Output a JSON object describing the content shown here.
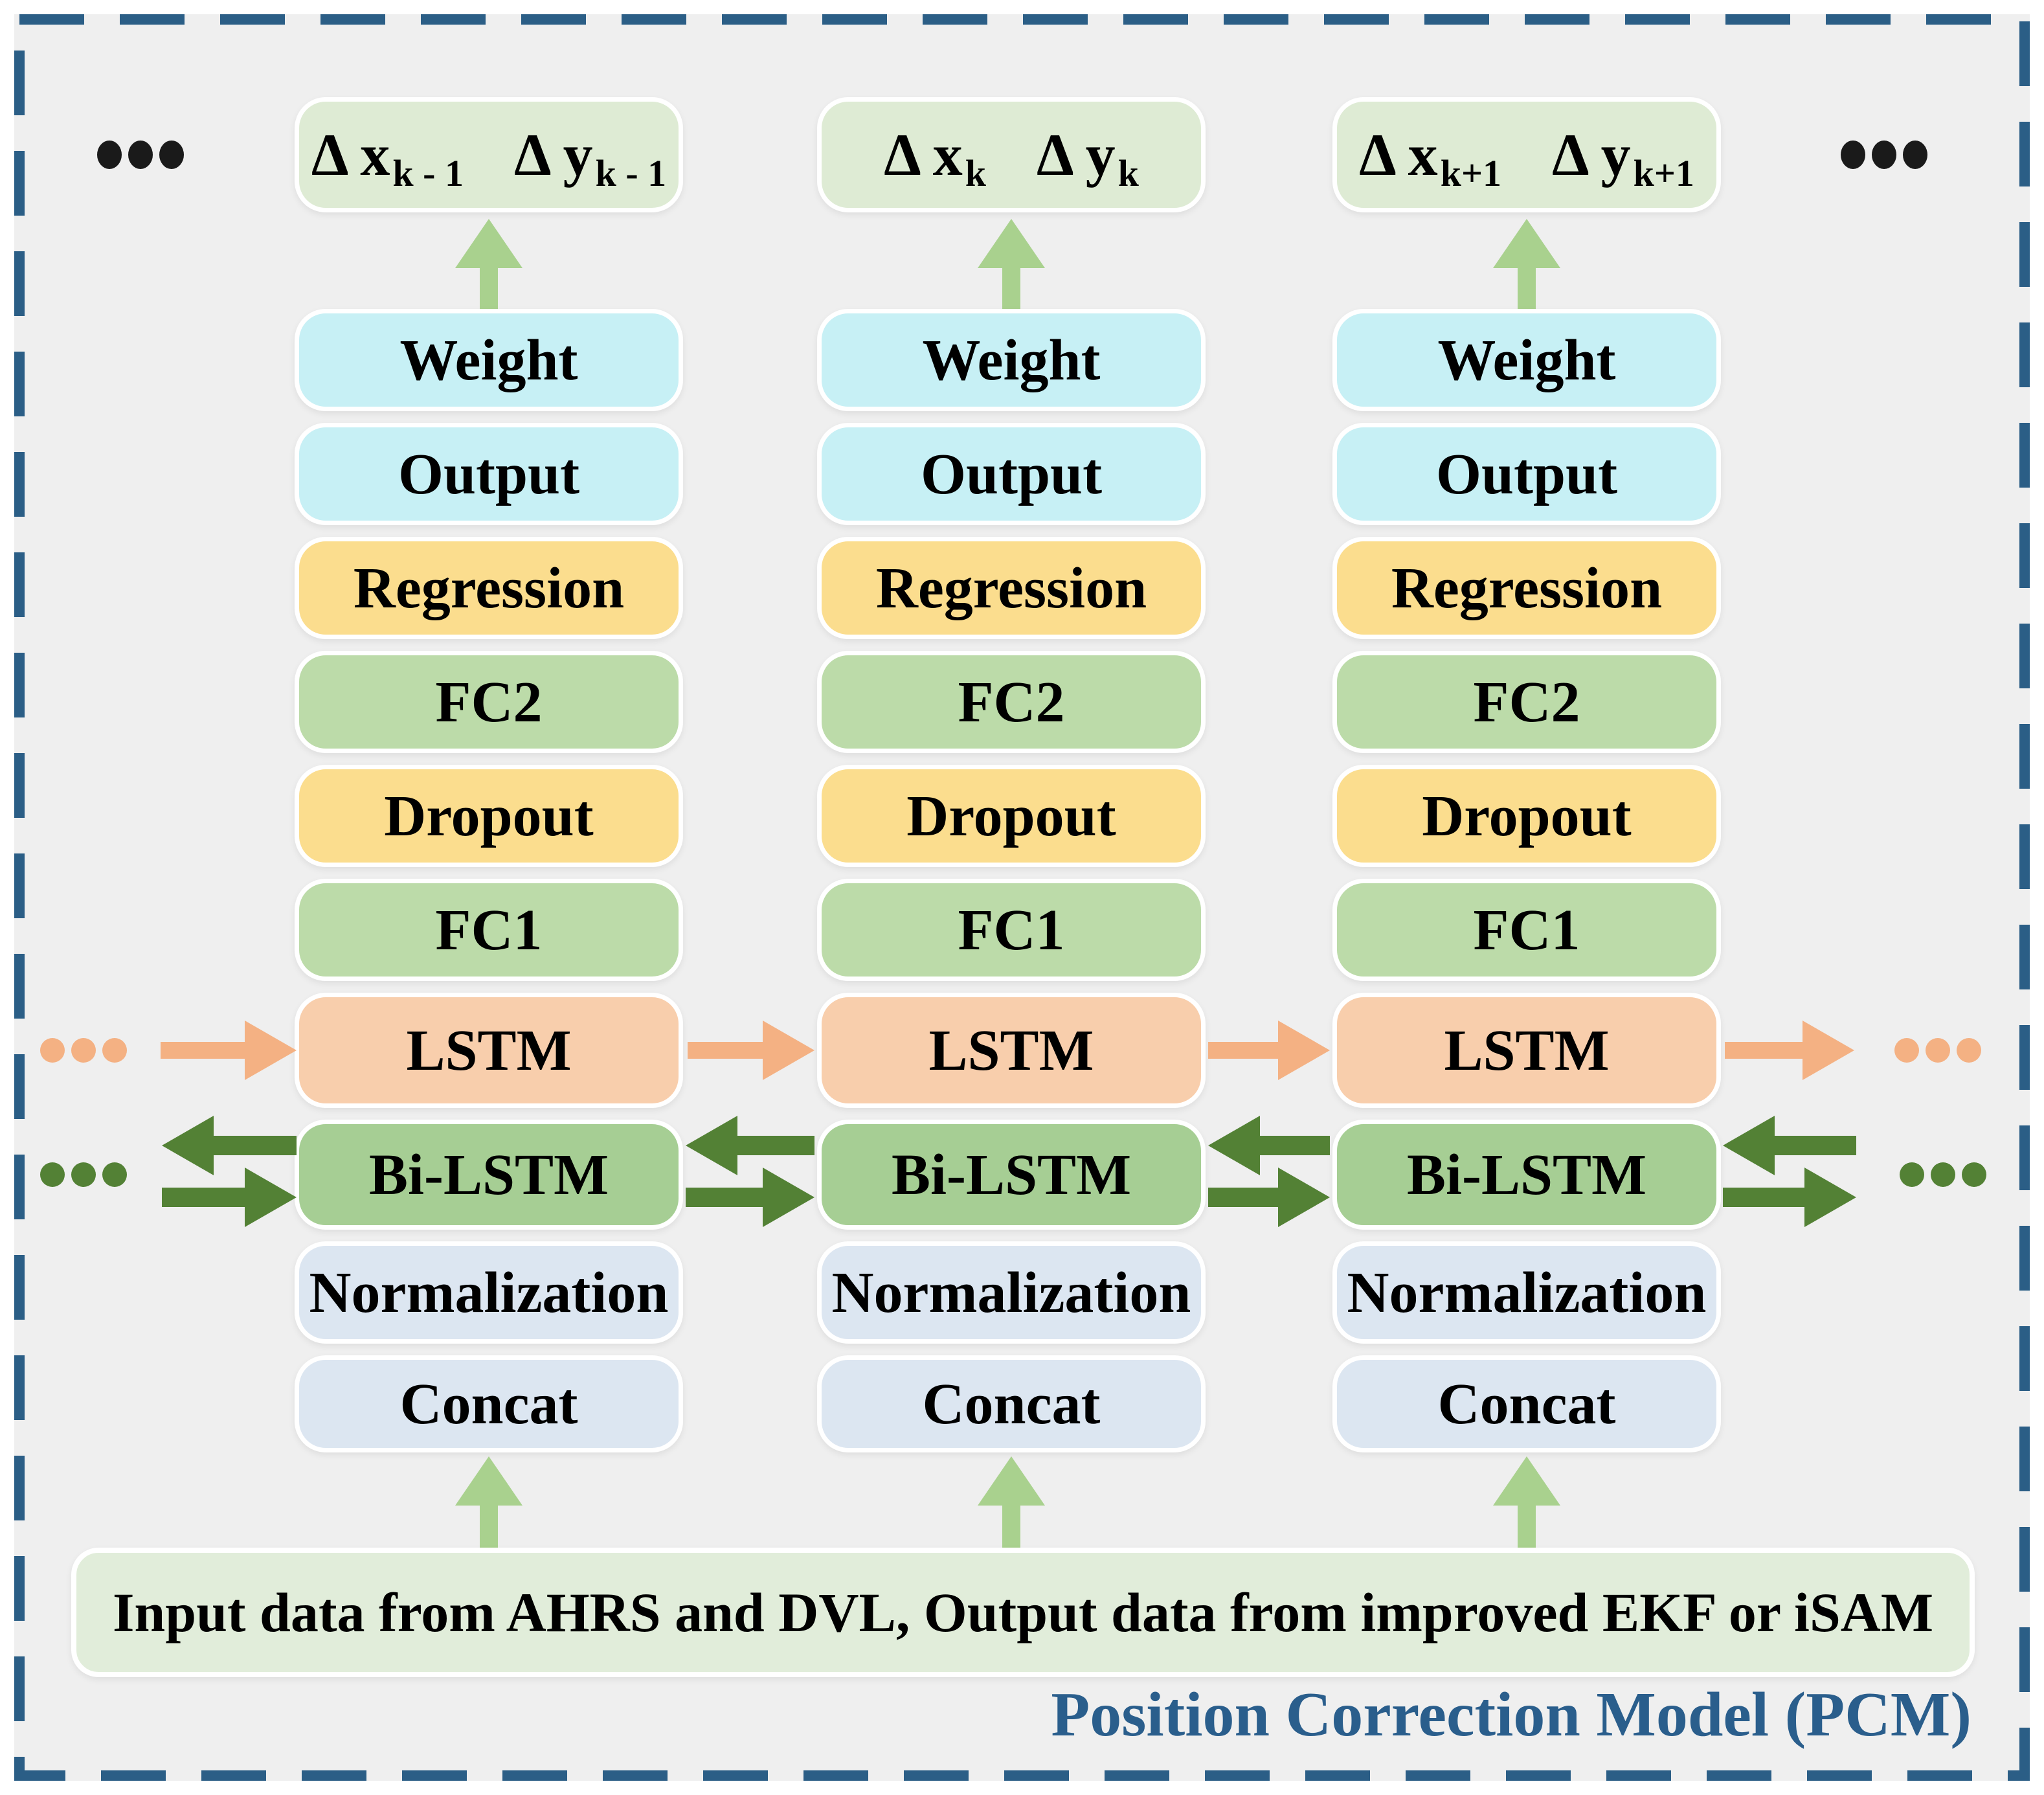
{
  "title": "Position Correction Model (PCM)",
  "input_box": {
    "label": "Input data from AHRS and DVL, Output data from improved EKF or iSAM"
  },
  "layers": {
    "weight": "Weight",
    "output": "Output",
    "regression": "Regression",
    "fc2": "FC2",
    "dropout": "Dropout",
    "fc1": "FC1",
    "lstm": "LSTM",
    "bilstm": "Bi-LSTM",
    "normalization": "Normalization",
    "concat": "Concat"
  },
  "outputs": [
    {
      "x_main": "Δ x",
      "x_sub": "k - 1",
      "y_main": "Δ y",
      "y_sub": "k - 1"
    },
    {
      "x_main": "Δ x",
      "x_sub": "k",
      "y_main": "Δ y",
      "y_sub": "k"
    },
    {
      "x_main": "Δ x",
      "x_sub": "k+1",
      "y_main": "Δ y",
      "y_sub": "k+1"
    }
  ],
  "colors": {
    "background": "#EFEFEF",
    "border_dash": "#2B5E86",
    "title_text": "#2A5E8C",
    "label_box": "#DEEBD4",
    "cyan_box": "#C7F0F5",
    "yellow_box": "#FBDD8E",
    "green_box": "#BCDBA9",
    "peach_box": "#F8CEAC",
    "bilstm_box": "#A6CE94",
    "blue_box": "#DCE6F1",
    "input_box": "#E1EDDA",
    "up_arrow": "#A9D18E",
    "lstm_arrow": "#F4B183",
    "bilstm_arrow": "#538135",
    "ellipsis_black": "#1A1A1A"
  }
}
